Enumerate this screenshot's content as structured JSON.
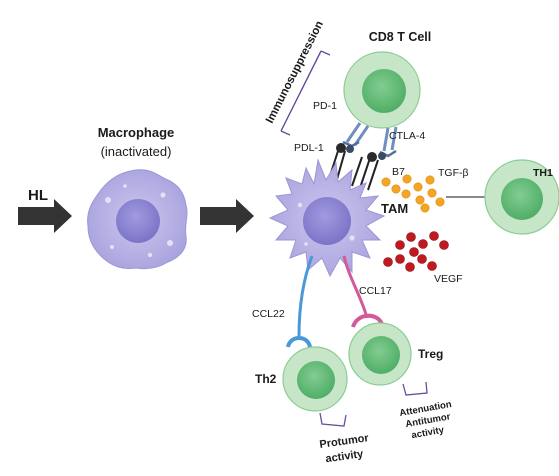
{
  "labels": {
    "hl": "HL",
    "macrophage_title": "Macrophage",
    "macrophage_state": "(inactivated)",
    "immunosuppression": "Immunosuppression",
    "cd8": "CD8 T Cell",
    "pd1": "PD-1",
    "ctla4": "CTLA-4",
    "pdl1": "PDL-1",
    "b7": "B7",
    "tgfb": "TGF-β",
    "th1": "TH1",
    "tam": "TAM",
    "vegf": "VEGF",
    "ccl22": "CCL22",
    "ccl17": "CCL17",
    "th2": "Th2",
    "treg": "Treg",
    "protumor_1": "Protumor",
    "protumor_2": "activity",
    "attenuation_1": "Attenuation",
    "attenuation_2": "Antitumor",
    "attenuation_3": "activity"
  },
  "colors": {
    "macrophage": "#b8b3e6",
    "macrophage_nucleus": "#8d86d3",
    "t_cell_outer": "#c7e6c8",
    "t_cell_inner": "#6cbf7d",
    "arrow": "#333333",
    "receptor_blue": "#6f8fbf",
    "tgf_dots": "#f4a623",
    "vegf_dots": "#c0191f",
    "ccl22_line": "#4a98d6",
    "ccl17_line": "#d25a9c",
    "bracket": "#6a4ca0"
  }
}
